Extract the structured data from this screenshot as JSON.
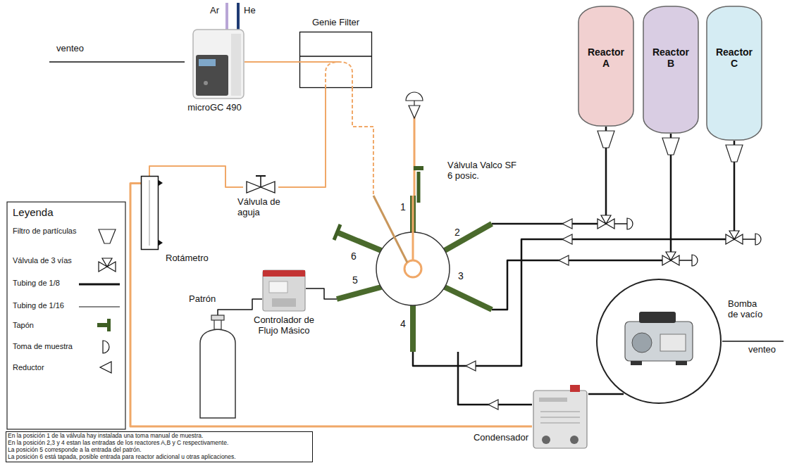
{
  "diagram": {
    "nodes": [
      {
        "text": [
          "microGC 490"
        ]
      },
      {
        "text": [
          "Genie Filter"
        ]
      },
      {
        "text": [
          "Válvula de aguja"
        ]
      },
      {
        "text": [
          "Rotámetro"
        ]
      },
      {
        "text": [
          "Válvula Valco SF 6 posic."
        ]
      },
      {
        "text": [
          "Reactor A"
        ]
      },
      {
        "text": [
          "Reactor B"
        ]
      },
      {
        "text": [
          "Reactor C"
        ]
      },
      {
        "text": [
          "Patrón"
        ]
      },
      {
        "text": [
          "Controlador de Flujo Másico"
        ]
      },
      {
        "text": [
          "Condensador"
        ]
      },
      {
        "text": [
          "Bomba de vacío"
        ]
      },
      {
        "text": [
          "En la posición 1 de la válvula hay instalada una toma manual de muestra.",
          "En la posición 2,3 y 4 estan las entradas de los reactores A,B y C respectivamente.",
          "La posición 5 corresponde a la entrada del patrón.",
          "La posición 6 está tapada, posible entrada para reactor adicional u otras aplicaciones."
        ]
      }
    ],
    "edges": [
      {
        "from": 0,
        "to": 1,
        "arrow": "none"
      },
      {
        "from": 1,
        "to": 4,
        "arrow": "none"
      },
      {
        "from": 1,
        "to": 2,
        "arrow": "none"
      },
      {
        "from": 2,
        "to": 3,
        "arrow": "none"
      },
      {
        "from": 3,
        "to": 10,
        "arrow": "none"
      },
      {
        "from": 5,
        "to": 4,
        "arrow": "none"
      },
      {
        "from": 6,
        "to": 4,
        "arrow": "none"
      },
      {
        "from": 7,
        "to": 4,
        "arrow": "none"
      },
      {
        "from": 8,
        "to": 9,
        "arrow": "none"
      },
      {
        "from": 9,
        "to": 4,
        "arrow": "none"
      },
      {
        "from": 4,
        "to": 10,
        "arrow": "none"
      },
      {
        "from": 10,
        "to": 11,
        "arrow": "none"
      }
    ],
    "labels": [
      "Ar",
      "He",
      "venteo",
      "Leyenda",
      "1",
      "2",
      "3",
      "4",
      "5",
      "6",
      "venteo"
    ],
    "legend": [
      {
        "text": "Filtro de partículas"
      },
      {
        "text": "Válvula de 3 vías"
      },
      {
        "text": "Tubing de 1/8"
      },
      {
        "text": "Tubing de 1/16"
      },
      {
        "text": "Tapón"
      },
      {
        "text": "Toma de muestra"
      },
      {
        "text": "Reductor"
      }
    ]
  }
}
